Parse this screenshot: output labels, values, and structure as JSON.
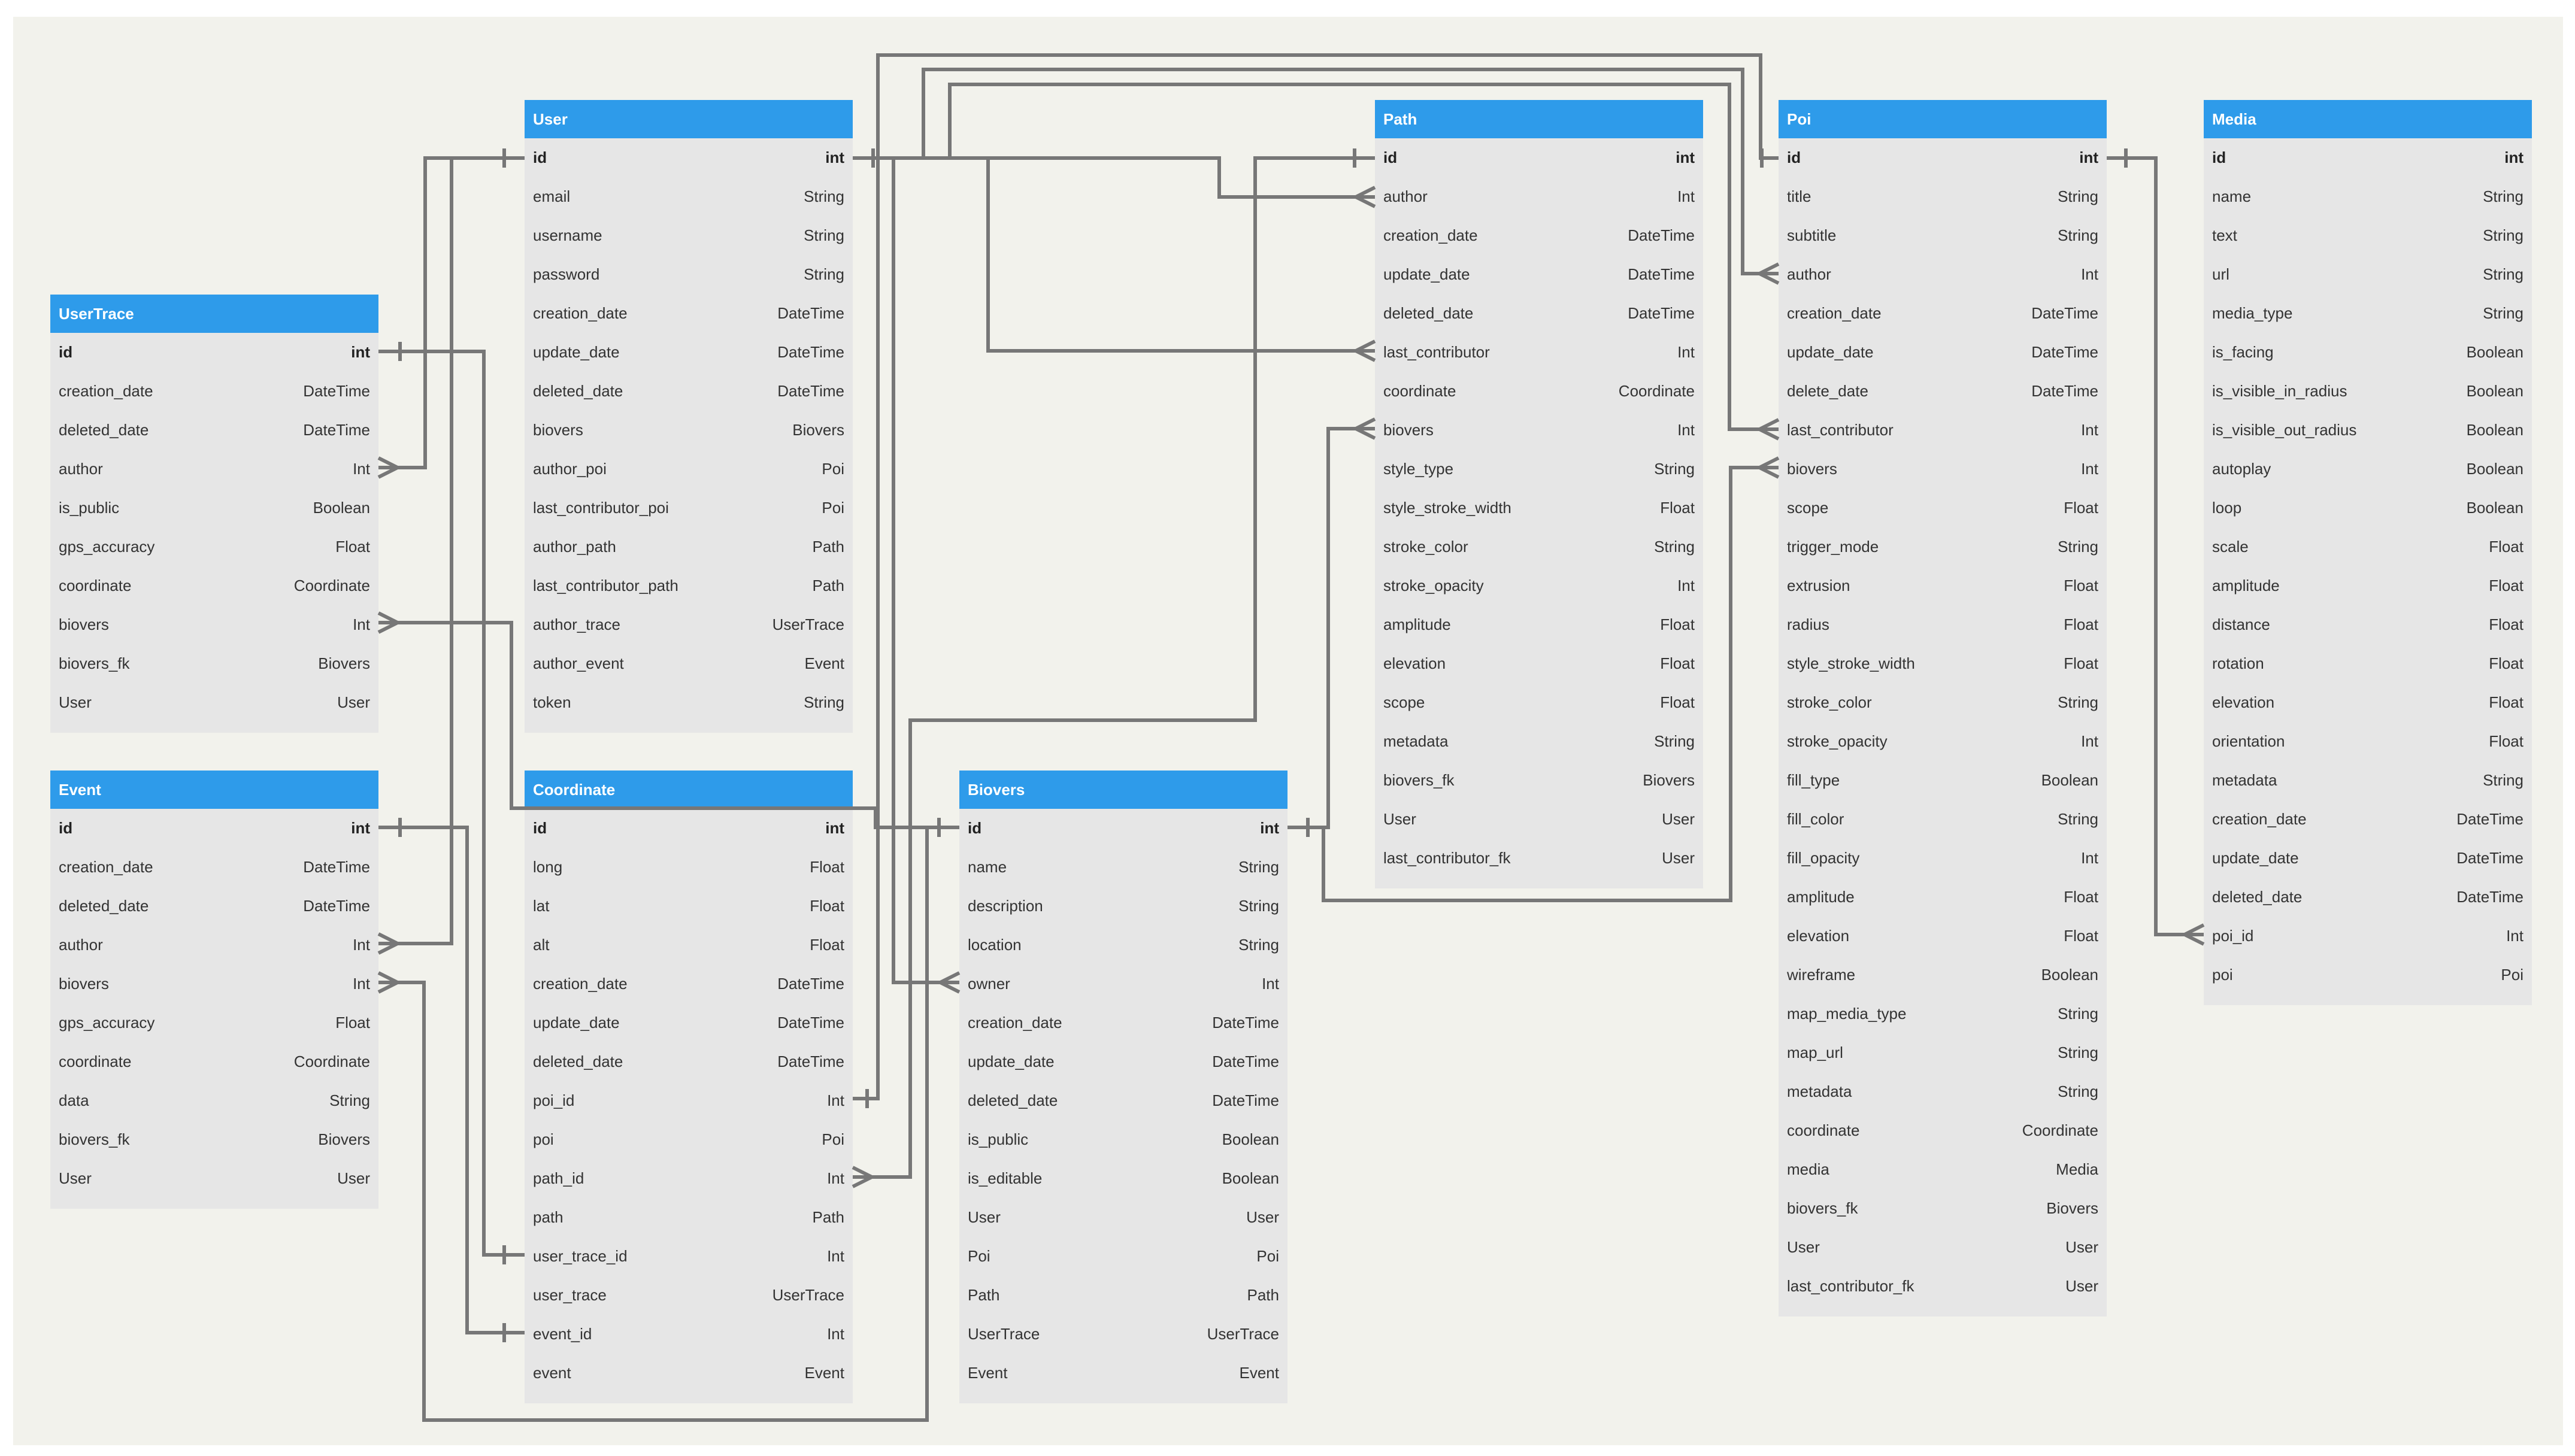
{
  "colors": {
    "background": "#f2f2ec",
    "header": "#2e9bea",
    "table_body": "#e6e6e6",
    "line": "#777777"
  },
  "tables": {
    "usertrace": {
      "name": "UserTrace",
      "columns": [
        {
          "name": "id",
          "type": "int"
        },
        {
          "name": "creation_date",
          "type": "DateTime"
        },
        {
          "name": "deleted_date",
          "type": "DateTime"
        },
        {
          "name": "author",
          "type": "Int"
        },
        {
          "name": "is_public",
          "type": "Boolean"
        },
        {
          "name": "gps_accuracy",
          "type": "Float"
        },
        {
          "name": "coordinate",
          "type": "Coordinate"
        },
        {
          "name": "biovers",
          "type": "Int"
        },
        {
          "name": "biovers_fk",
          "type": "Biovers"
        },
        {
          "name": "User",
          "type": "User"
        }
      ]
    },
    "event": {
      "name": "Event",
      "columns": [
        {
          "name": "id",
          "type": "int"
        },
        {
          "name": "creation_date",
          "type": "DateTime"
        },
        {
          "name": "deleted_date",
          "type": "DateTime"
        },
        {
          "name": "author",
          "type": "Int"
        },
        {
          "name": "biovers",
          "type": "Int"
        },
        {
          "name": "gps_accuracy",
          "type": "Float"
        },
        {
          "name": "coordinate",
          "type": "Coordinate"
        },
        {
          "name": "data",
          "type": "String"
        },
        {
          "name": "biovers_fk",
          "type": "Biovers"
        },
        {
          "name": "User",
          "type": "User"
        }
      ]
    },
    "user": {
      "name": "User",
      "columns": [
        {
          "name": "id",
          "type": "int"
        },
        {
          "name": "email",
          "type": "String"
        },
        {
          "name": "username",
          "type": "String"
        },
        {
          "name": "password",
          "type": "String"
        },
        {
          "name": "creation_date",
          "type": "DateTime"
        },
        {
          "name": "update_date",
          "type": "DateTime"
        },
        {
          "name": "deleted_date",
          "type": "DateTime"
        },
        {
          "name": "biovers",
          "type": "Biovers"
        },
        {
          "name": "author_poi",
          "type": "Poi"
        },
        {
          "name": "last_contributor_poi",
          "type": "Poi"
        },
        {
          "name": "author_path",
          "type": "Path"
        },
        {
          "name": "last_contributor_path",
          "type": "Path"
        },
        {
          "name": "author_trace",
          "type": "UserTrace"
        },
        {
          "name": "author_event",
          "type": "Event"
        },
        {
          "name": "token",
          "type": "String"
        }
      ]
    },
    "coordinate": {
      "name": "Coordinate",
      "columns": [
        {
          "name": "id",
          "type": "int"
        },
        {
          "name": "long",
          "type": "Float"
        },
        {
          "name": "lat",
          "type": "Float"
        },
        {
          "name": "alt",
          "type": "Float"
        },
        {
          "name": "creation_date",
          "type": "DateTime"
        },
        {
          "name": "update_date",
          "type": "DateTime"
        },
        {
          "name": "deleted_date",
          "type": "DateTime"
        },
        {
          "name": "poi_id",
          "type": "Int"
        },
        {
          "name": "poi",
          "type": "Poi"
        },
        {
          "name": "path_id",
          "type": "Int"
        },
        {
          "name": "path",
          "type": "Path"
        },
        {
          "name": "user_trace_id",
          "type": "Int"
        },
        {
          "name": "user_trace",
          "type": "UserTrace"
        },
        {
          "name": "event_id",
          "type": "Int"
        },
        {
          "name": "event",
          "type": "Event"
        }
      ]
    },
    "biovers": {
      "name": "Biovers",
      "columns": [
        {
          "name": "id",
          "type": "int"
        },
        {
          "name": "name",
          "type": "String"
        },
        {
          "name": "description",
          "type": "String"
        },
        {
          "name": "location",
          "type": "String"
        },
        {
          "name": "owner",
          "type": "Int"
        },
        {
          "name": "creation_date",
          "type": "DateTime"
        },
        {
          "name": "update_date",
          "type": "DateTime"
        },
        {
          "name": "deleted_date",
          "type": "DateTime"
        },
        {
          "name": "is_public",
          "type": "Boolean"
        },
        {
          "name": "is_editable",
          "type": "Boolean"
        },
        {
          "name": "User",
          "type": "User"
        },
        {
          "name": "Poi",
          "type": "Poi"
        },
        {
          "name": "Path",
          "type": "Path"
        },
        {
          "name": "UserTrace",
          "type": "UserTrace"
        },
        {
          "name": "Event",
          "type": "Event"
        }
      ]
    },
    "path": {
      "name": "Path",
      "columns": [
        {
          "name": "id",
          "type": "int"
        },
        {
          "name": "author",
          "type": "Int"
        },
        {
          "name": "creation_date",
          "type": "DateTime"
        },
        {
          "name": "update_date",
          "type": "DateTime"
        },
        {
          "name": "deleted_date",
          "type": "DateTime"
        },
        {
          "name": "last_contributor",
          "type": "Int"
        },
        {
          "name": "coordinate",
          "type": "Coordinate"
        },
        {
          "name": "biovers",
          "type": "Int"
        },
        {
          "name": "style_type",
          "type": "String"
        },
        {
          "name": "style_stroke_width",
          "type": "Float"
        },
        {
          "name": "stroke_color",
          "type": "String"
        },
        {
          "name": "stroke_opacity",
          "type": "Int"
        },
        {
          "name": "amplitude",
          "type": "Float"
        },
        {
          "name": "elevation",
          "type": "Float"
        },
        {
          "name": "scope",
          "type": "Float"
        },
        {
          "name": "metadata",
          "type": "String"
        },
        {
          "name": "biovers_fk",
          "type": "Biovers"
        },
        {
          "name": "User",
          "type": "User"
        },
        {
          "name": "last_contributor_fk",
          "type": "User"
        }
      ]
    },
    "poi": {
      "name": "Poi",
      "columns": [
        {
          "name": "id",
          "type": "int"
        },
        {
          "name": "title",
          "type": "String"
        },
        {
          "name": "subtitle",
          "type": "String"
        },
        {
          "name": "author",
          "type": "Int"
        },
        {
          "name": "creation_date",
          "type": "DateTime"
        },
        {
          "name": "update_date",
          "type": "DateTime"
        },
        {
          "name": "delete_date",
          "type": "DateTime"
        },
        {
          "name": "last_contributor",
          "type": "Int"
        },
        {
          "name": "biovers",
          "type": "Int"
        },
        {
          "name": "scope",
          "type": "Float"
        },
        {
          "name": "trigger_mode",
          "type": "String"
        },
        {
          "name": "extrusion",
          "type": "Float"
        },
        {
          "name": "radius",
          "type": "Float"
        },
        {
          "name": "style_stroke_width",
          "type": "Float"
        },
        {
          "name": "stroke_color",
          "type": "String"
        },
        {
          "name": "stroke_opacity",
          "type": "Int"
        },
        {
          "name": "fill_type",
          "type": "Boolean"
        },
        {
          "name": "fill_color",
          "type": "String"
        },
        {
          "name": "fill_opacity",
          "type": "Int"
        },
        {
          "name": "amplitude",
          "type": "Float"
        },
        {
          "name": "elevation",
          "type": "Float"
        },
        {
          "name": "wireframe",
          "type": "Boolean"
        },
        {
          "name": "map_media_type",
          "type": "String"
        },
        {
          "name": "map_url",
          "type": "String"
        },
        {
          "name": "metadata",
          "type": "String"
        },
        {
          "name": "coordinate",
          "type": "Coordinate"
        },
        {
          "name": "media",
          "type": "Media"
        },
        {
          "name": "biovers_fk",
          "type": "Biovers"
        },
        {
          "name": "User",
          "type": "User"
        },
        {
          "name": "last_contributor_fk",
          "type": "User"
        }
      ]
    },
    "media": {
      "name": "Media",
      "columns": [
        {
          "name": "id",
          "type": "int"
        },
        {
          "name": "name",
          "type": "String"
        },
        {
          "name": "text",
          "type": "String"
        },
        {
          "name": "url",
          "type": "String"
        },
        {
          "name": "media_type",
          "type": "String"
        },
        {
          "name": "is_facing",
          "type": "Boolean"
        },
        {
          "name": "is_visible_in_radius",
          "type": "Boolean"
        },
        {
          "name": "is_visible_out_radius",
          "type": "Boolean"
        },
        {
          "name": "autoplay",
          "type": "Boolean"
        },
        {
          "name": "loop",
          "type": "Boolean"
        },
        {
          "name": "scale",
          "type": "Float"
        },
        {
          "name": "amplitude",
          "type": "Float"
        },
        {
          "name": "distance",
          "type": "Float"
        },
        {
          "name": "rotation",
          "type": "Float"
        },
        {
          "name": "elevation",
          "type": "Float"
        },
        {
          "name": "orientation",
          "type": "Float"
        },
        {
          "name": "metadata",
          "type": "String"
        },
        {
          "name": "creation_date",
          "type": "DateTime"
        },
        {
          "name": "update_date",
          "type": "DateTime"
        },
        {
          "name": "deleted_date",
          "type": "DateTime"
        },
        {
          "name": "poi_id",
          "type": "Int"
        },
        {
          "name": "poi",
          "type": "Poi"
        }
      ]
    }
  },
  "relations": [
    {
      "from": "user.id",
      "to": "usertrace.author",
      "kind": "one-to-many"
    },
    {
      "from": "user.id",
      "to": "event.author",
      "kind": "one-to-many"
    },
    {
      "from": "user.id",
      "to": "path.author",
      "kind": "one-to-many"
    },
    {
      "from": "user.id",
      "to": "path.last_contributor",
      "kind": "one-to-many"
    },
    {
      "from": "user.id",
      "to": "poi.author",
      "kind": "one-to-many"
    },
    {
      "from": "user.id",
      "to": "poi.last_contributor",
      "kind": "one-to-many"
    },
    {
      "from": "user.id",
      "to": "biovers.owner",
      "kind": "one-to-many"
    },
    {
      "from": "poi.id",
      "to": "coordinate.poi_id",
      "kind": "one-to-one"
    },
    {
      "from": "poi.id",
      "to": "media.poi_id",
      "kind": "one-to-many"
    },
    {
      "from": "path.id",
      "to": "coordinate.path_id",
      "kind": "one-to-many"
    },
    {
      "from": "usertrace.id",
      "to": "coordinate.user_trace_id",
      "kind": "one-to-one"
    },
    {
      "from": "event.id",
      "to": "coordinate.event_id",
      "kind": "one-to-one"
    },
    {
      "from": "biovers.id",
      "to": "usertrace.biovers",
      "kind": "one-to-many"
    },
    {
      "from": "biovers.id",
      "to": "event.biovers",
      "kind": "one-to-many"
    },
    {
      "from": "biovers.id",
      "to": "path.biovers",
      "kind": "one-to-many"
    },
    {
      "from": "biovers.id",
      "to": "poi.biovers",
      "kind": "one-to-many"
    }
  ]
}
